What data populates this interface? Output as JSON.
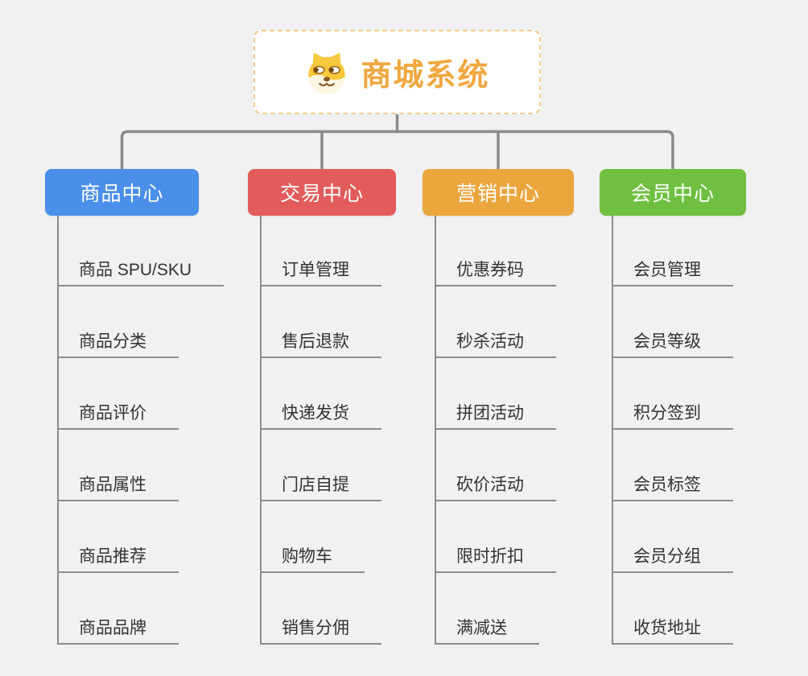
{
  "root": {
    "title": "商城系统",
    "icon": "dog-face-icon",
    "accent_color": "#F0A73E",
    "border_color": "#F6CB8C"
  },
  "connector_color": "#8A8A8A",
  "branches": [
    {
      "label": "商品中心",
      "color": "#4A8FE9",
      "items": [
        "商品 SPU/SKU",
        "商品分类",
        "商品评价",
        "商品属性",
        "商品推荐",
        "商品品牌"
      ]
    },
    {
      "label": "交易中心",
      "color": "#E25C5C",
      "items": [
        "订单管理",
        "售后退款",
        "快递发货",
        "门店自提",
        "购物车",
        "销售分佣"
      ]
    },
    {
      "label": "营销中心",
      "color": "#EBA63E",
      "items": [
        "优惠券码",
        "秒杀活动",
        "拼团活动",
        "砍价活动",
        "限时折扣",
        "满减送"
      ]
    },
    {
      "label": "会员中心",
      "color": "#6FC040",
      "items": [
        "会员管理",
        "会员等级",
        "积分签到",
        "会员标签",
        "会员分组",
        "收货地址"
      ]
    }
  ]
}
